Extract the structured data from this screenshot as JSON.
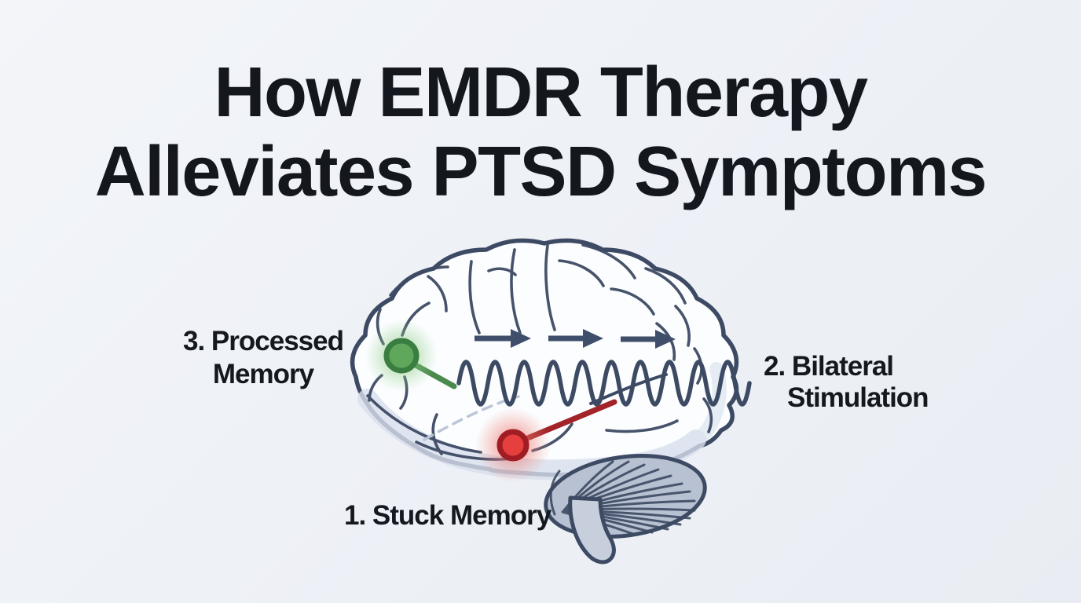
{
  "title": {
    "line1": "How EMDR Therapy",
    "line2": "Alleviates PTSD Symptoms"
  },
  "steps": {
    "stuck_memory": {
      "label": "1. Stuck Memory"
    },
    "bilateral_stimulation": {
      "line1": "2. Bilateral",
      "line2": "Stimulation"
    },
    "processed_memory": {
      "line1": "3. Processed",
      "line2": "Memory"
    }
  },
  "illustration": {
    "subject": "human brain, side view",
    "icons": [
      "brain-icon",
      "right-arrow-icon",
      "sine-wave-icon",
      "green-dot-icon",
      "red-dot-icon"
    ],
    "arrow_count": 3,
    "colors": {
      "background": "#eef1f6",
      "title_text": "#14171e",
      "outline_slate": "#3d4a63",
      "brain_fill": "#fbfdff",
      "brain_shading": "#d8dfec",
      "cerebellum_fill": "#b7c1d1",
      "brainstem_fill": "#c7cfdc",
      "processed_marker_green": "#5fa85b",
      "processed_ring_green": "#3a7d41",
      "stuck_marker_red": "#e6403e",
      "stuck_ring_red": "#a01d23"
    }
  }
}
